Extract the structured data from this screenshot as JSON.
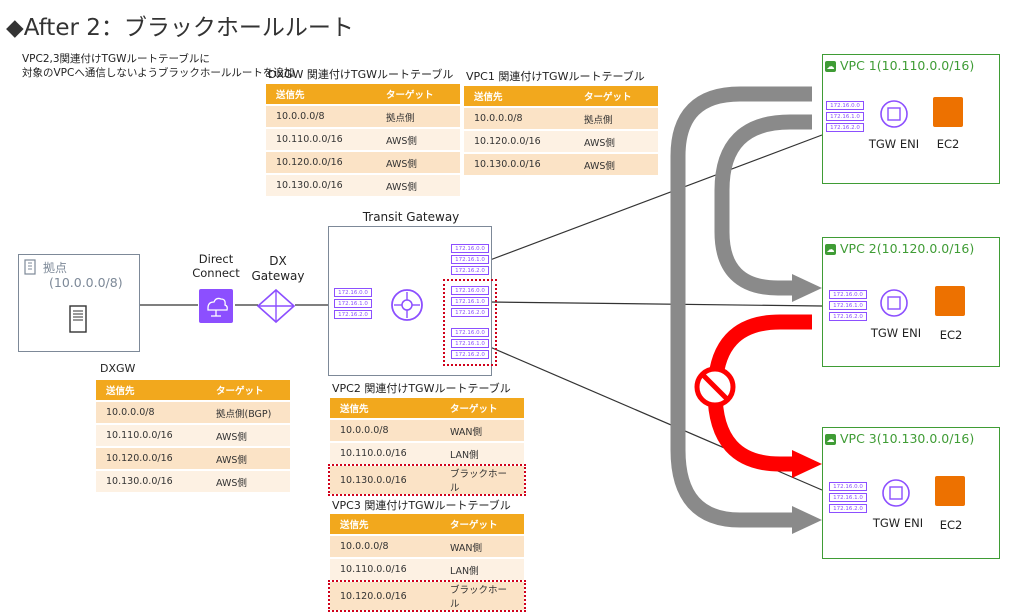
{
  "title": "◆After 2：ブラックホールルート",
  "note": "VPC2,3関連付けTGWルートテーブルに\n対象のVPCへ通信しないようブラックホールルートを追加",
  "colors": {
    "header": "#f2a81d",
    "vpc_border": "#3f9c35",
    "eni": "#8c4fff",
    "blocked": "#ff0000",
    "route_arrow": "#8a8a8a",
    "highlight": "#d0021b"
  },
  "dxgw_table": {
    "caption": "DXGW 関連付けTGWルートテーブル",
    "headers": [
      "送信先",
      "ターゲット"
    ],
    "rows": [
      [
        "10.0.0.0/8",
        "拠点側"
      ],
      [
        "10.110.0.0/16",
        "AWS側"
      ],
      [
        "10.120.0.0/16",
        "AWS側"
      ],
      [
        "10.130.0.0/16",
        "AWS側"
      ]
    ]
  },
  "vpc1_table": {
    "caption": "VPC1 関連付けTGWルートテーブル",
    "headers": [
      "送信先",
      "ターゲット"
    ],
    "rows": [
      [
        "10.0.0.0/8",
        "拠点側"
      ],
      [
        "10.120.0.0/16",
        "AWS側"
      ],
      [
        "10.130.0.0/16",
        "AWS側"
      ]
    ]
  },
  "dxgw_routes": {
    "caption": "DXGW",
    "headers": [
      "送信先",
      "ターゲット"
    ],
    "rows": [
      [
        "10.0.0.0/8",
        "拠点側(BGP)"
      ],
      [
        "10.110.0.0/16",
        "AWS側"
      ],
      [
        "10.120.0.0/16",
        "AWS側"
      ],
      [
        "10.130.0.0/16",
        "AWS側"
      ]
    ]
  },
  "vpc2_table": {
    "caption": "VPC2 関連付けTGWルートテーブル",
    "headers": [
      "送信先",
      "ターゲット"
    ],
    "rows": [
      [
        "10.0.0.0/8",
        "WAN側"
      ],
      [
        "10.110.0.0/16",
        "LAN側"
      ],
      [
        "10.130.0.0/16",
        "ブラックホール"
      ]
    ]
  },
  "vpc3_table": {
    "caption": "VPC3 関連付けTGWルートテーブル",
    "headers": [
      "送信先",
      "ターゲット"
    ],
    "rows": [
      [
        "10.0.0.0/8",
        "WAN側"
      ],
      [
        "10.110.0.0/16",
        "LAN側"
      ],
      [
        "10.120.0.0/16",
        "ブラックホール"
      ]
    ]
  },
  "site": {
    "name": "拠点",
    "cidr": "(10.0.0.0/8)"
  },
  "direct_connect": "Direct\nConnect",
  "dx_gateway": "DX\nGateway",
  "transit_gateway": "Transit Gateway",
  "eni_ips": [
    "172.16.0.0",
    "172.16.1.0",
    "172.16.2.0"
  ],
  "vpcs": [
    {
      "title": "VPC 1(10.110.0.0/16)",
      "eni_label": "TGW ENI",
      "ec2_label": "EC2"
    },
    {
      "title": "VPC 2(10.120.0.0/16)",
      "eni_label": "TGW ENI",
      "ec2_label": "EC2"
    },
    {
      "title": "VPC 3(10.130.0.0/16)",
      "eni_label": "TGW ENI",
      "ec2_label": "EC2"
    }
  ]
}
